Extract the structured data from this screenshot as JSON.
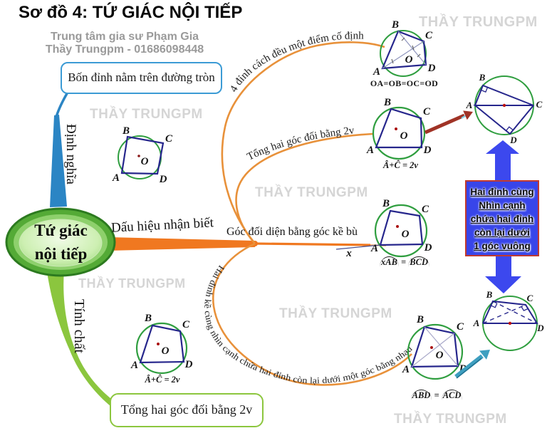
{
  "header": {
    "title": "Sơ đồ 4: TỨ GIÁC NỘI TIẾP",
    "subtitle_line1": "Trung tâm gia sư Phạm Gia",
    "subtitle_line2": "Thầy Trungpm - 01686098448"
  },
  "watermark": "THẦY TRUNGPM",
  "central_node": {
    "line1": "Tứ giác",
    "line2": "nội tiếp"
  },
  "branches": {
    "definition_label": "Định nghĩa",
    "signs_label": "Dấu hiệu nhận biết",
    "property_label": "Tính chất"
  },
  "definition": {
    "box_text": "Bốn đỉnh nằm trên đường tròn"
  },
  "property": {
    "box_text": "Tổng hai góc đối bằng 2v",
    "formula": "Â+Ĉ = 2v"
  },
  "signs": {
    "s1": {
      "label": "4 đỉnh cách đều một điểm cố định",
      "formula": "OA=OB=OC=OD"
    },
    "s2": {
      "label": "Tổng hai góc đối bằng 2v",
      "formula": "Â+Ĉ = 2v"
    },
    "s3": {
      "label": "Góc đối diện bằng góc kề bù",
      "ray_label": "x",
      "formula_left": "xAB",
      "formula_eq": "=",
      "formula_right": "BCD"
    },
    "s4": {
      "label": "Hai đỉnh kề cùng nhìn cạnh chứa hai đỉnh còn lại dưới một góc bằng nhau",
      "formula_left": "ABD",
      "formula_eq": "=",
      "formula_right": "ACD"
    }
  },
  "right_note": {
    "lines": [
      "Hai đỉnh cùng",
      "Nhìn cạnh",
      "chứa hai đỉnh",
      "còn lại dưới",
      "1 góc vuông"
    ]
  },
  "vertices": {
    "A": "A",
    "B": "B",
    "C": "C",
    "D": "D",
    "O": "O"
  },
  "colors": {
    "branch_orange": "#F07820",
    "branch_blue": "#2B85C4",
    "branch_green": "#8BC63E",
    "node_green": "#54AA36",
    "circle_green": "#2F9E3F",
    "quad_navy": "#26268C",
    "note_blue": "#3845EA",
    "arrow_blue": "#3C48EE",
    "arrow_red": "#A03326",
    "arrow_teal": "#3E9FC0"
  }
}
